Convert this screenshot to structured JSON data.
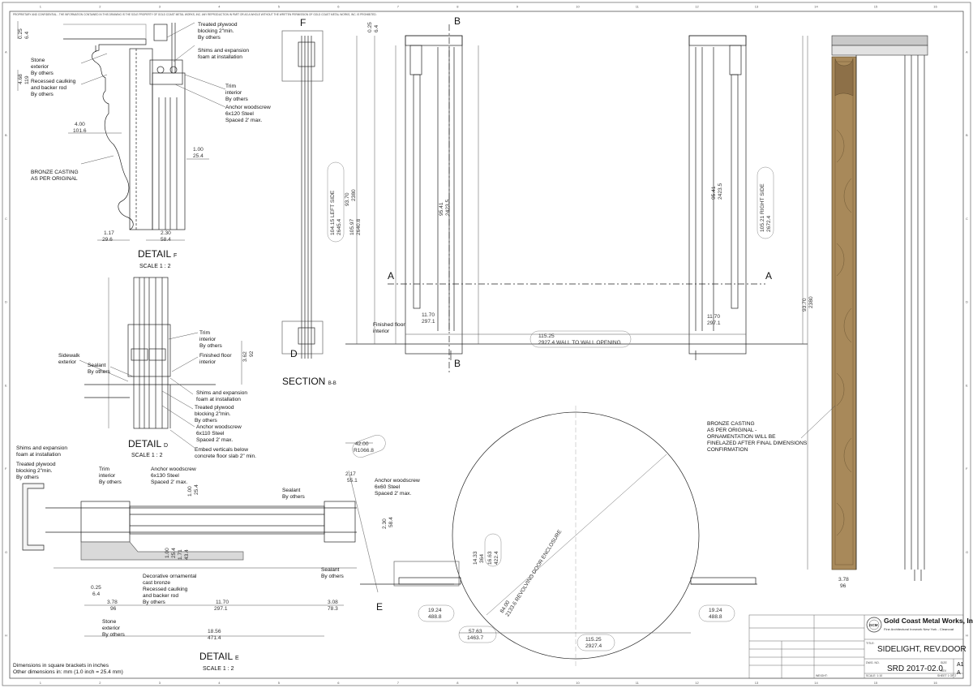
{
  "header": {
    "proprietary_note": "PROPRIETARY AND CONFIDENTIAL - THE INFORMATION CONTAINED IN THIS DRAWING IS THE SOLE PROPERTY OF GOLD COAST METAL WORKS, INC. ANY REPRODUCTION IN PART OR AS A WHOLE WITHOUT THE WRITTEN PERMISSION OF GOLD COAST METAL WORKS, INC. IS PROHIBITED."
  },
  "grid": {
    "columns": [
      "1",
      "2",
      "3",
      "4",
      "5",
      "6",
      "7",
      "8",
      "9",
      "10",
      "11",
      "12",
      "13",
      "14",
      "15",
      "16"
    ],
    "rows": [
      "A",
      "B",
      "C",
      "D",
      "E",
      "F",
      "G",
      "H"
    ]
  },
  "detail_f": {
    "title": "DETAIL",
    "letter": "F",
    "scale": "SCALE 1 : 2",
    "notes": {
      "plywood": [
        "Treated plywood",
        "blocking 2\"min.",
        "By others"
      ],
      "shims": [
        "Shims and expansion",
        "foam at installation"
      ],
      "stone": [
        "Stone",
        "exterior",
        "By others"
      ],
      "caulk": [
        "Recessed caulking",
        "and backer rod",
        "By others"
      ],
      "trim": [
        "Trim",
        "interior",
        "By others"
      ],
      "anchor": [
        "Anchor woodscrew",
        "6x120 Steel",
        "Spaced 2' max."
      ],
      "bronze": [
        "BRONZE CASTING",
        "AS PER ORIGINAL"
      ]
    },
    "dims": {
      "d1": [
        "0.25",
        "6.4"
      ],
      "d2": [
        "4.68",
        "119"
      ],
      "d3": [
        "4.00",
        "101.6"
      ],
      "d4": [
        "1.00",
        "25.4"
      ],
      "d5": [
        "1.17",
        "29.6"
      ],
      "d6": [
        "2.30",
        "58.4"
      ]
    }
  },
  "detail_d": {
    "title": "DETAIL",
    "letter": "D",
    "scale": "SCALE 1 : 2",
    "notes": {
      "trim": [
        "Trim",
        "interior",
        "By others"
      ],
      "finished_floor": [
        "Finished floor",
        "interior"
      ],
      "sidewalk": [
        "Sidewalk",
        "exterior"
      ],
      "sealant": [
        "Sealant",
        "By others"
      ],
      "shims": [
        "Shims and expansion",
        "foam at installation"
      ],
      "plywood": [
        "Treated plywood",
        "blocking 2\"min.",
        "By others"
      ],
      "anchor": [
        "Anchor woodscrew",
        "6x110 Steel",
        "Spaced 2' max."
      ],
      "embed": [
        "Embed verticals below",
        "concrete floor slab 2\" min."
      ]
    },
    "dims": {
      "d1": [
        "3.62",
        "92"
      ]
    }
  },
  "detail_e": {
    "title": "DETAIL",
    "letter": "E",
    "scale": "SCALE 1 : 2",
    "notes": {
      "shims": [
        "Shims and expansion",
        "foam at installation"
      ],
      "plywood": [
        "Treated plywood",
        "blocking 2\"min.",
        "By others"
      ],
      "trim": [
        "Trim",
        "interior",
        "By others"
      ],
      "anchor_left": [
        "Anchor woodscrew",
        "6x130 Steel",
        "Spaced 2' max."
      ],
      "sealant_top": [
        "Sealant",
        "By others"
      ],
      "anchor_right": [
        "Anchor woodscrew",
        "6x60 Steel",
        "Spaced 2' max."
      ],
      "sealant_bottom": [
        "Sealant",
        "By others"
      ],
      "decorative": [
        "Decorative ornamental",
        "cast bronze"
      ],
      "caulk": [
        "Recessed caulking",
        "and backer rod",
        "By others"
      ],
      "stone": [
        "Stone",
        "exterior",
        "By others"
      ]
    },
    "dims": {
      "d1": [
        "1.00",
        "25.4"
      ],
      "d2": [
        "2.17",
        "55.1"
      ],
      "d3": [
        "2.30",
        "58.4"
      ],
      "d4": [
        "1.00",
        "25.4"
      ],
      "d5": [
        "1.71",
        "43.4"
      ],
      "d6": [
        "0.25",
        "6.4"
      ],
      "d7": [
        "3.78",
        "96"
      ],
      "d8": [
        "11.70",
        "297.1"
      ],
      "d9": [
        "3.08",
        "78.3"
      ],
      "d10": [
        "18.56",
        "471.4"
      ]
    }
  },
  "dimension_notes": [
    "Dimensions in square brackets in inches",
    "Other dimensions in:  mm  (1.0 inch = 25.4 mm)"
  ],
  "section_bb": {
    "title": "SECTION",
    "letter": "B-B",
    "marker_f": "F",
    "marker_d": "D"
  },
  "elevation": {
    "marker_a": "A",
    "marker_b": "B",
    "left_side": [
      "104.15",
      "2645.4",
      "LEFT SIDE"
    ],
    "left_side_b": [
      "105.97",
      "2640.8"
    ],
    "overall_h": [
      "93.70",
      "2380"
    ],
    "top_gap": [
      "0.25",
      "6.4"
    ],
    "inner_left": [
      "95.41",
      "2423.5"
    ],
    "inner_right": [
      "95.41",
      "2423.5"
    ],
    "right_side": [
      "105.21",
      "2672.4",
      "RIGHT SIDE"
    ],
    "sidelight_left": [
      "11.70",
      "297.1"
    ],
    "sidelight_right": [
      "11.70",
      "297.1"
    ],
    "finished_floor": [
      "Finished floor",
      "interior"
    ],
    "wall_opening": [
      "115.25",
      "2927.4",
      "WALL TO WALL OPENING"
    ]
  },
  "bronze_side": {
    "height": [
      "93.70",
      "2380"
    ],
    "width": [
      "3.78",
      "96"
    ],
    "note": [
      "BRONZE CASTING",
      "AS PER ORIGINAL -",
      "ORNAMENTATION WILL BE",
      "FINELAZED AFTER FINAL DIMENSIONS",
      "CONFIRMATION"
    ]
  },
  "plan": {
    "marker_e": "E",
    "radius": [
      "84.00",
      "2133.6",
      "REVOLVING DOOR ENCLOSURE"
    ],
    "angle": [
      "42.00",
      "R1066.8"
    ],
    "d1": [
      "14.33",
      "364"
    ],
    "d2": [
      "16.63",
      "422.4"
    ],
    "d3": [
      "19.24",
      "488.8"
    ],
    "d4": [
      "19.24",
      "488.8"
    ],
    "d5": [
      "57.63",
      "1463.7"
    ],
    "d6": [
      "115.25",
      "2927.4"
    ]
  },
  "title_block": {
    "company": "Gold Coast Metal Works, Inc.",
    "tagline": "Fine Architectural Ironwork New York - Clearcoat",
    "logo_text": "GCM",
    "drawing_title": "SIDELIGHT, REV.DOOR",
    "drawing_number": "SRD 2017-02.0",
    "size": "A1",
    "rev": "A",
    "labels": {
      "title": "TITLE:",
      "dwg_no": "DWG. NO.",
      "size": "SIZE",
      "rev": "REV",
      "scale": "SCALE: 1:10",
      "weight": "WEIGHT:",
      "sheet": "SHEET 1 OF 2"
    }
  }
}
